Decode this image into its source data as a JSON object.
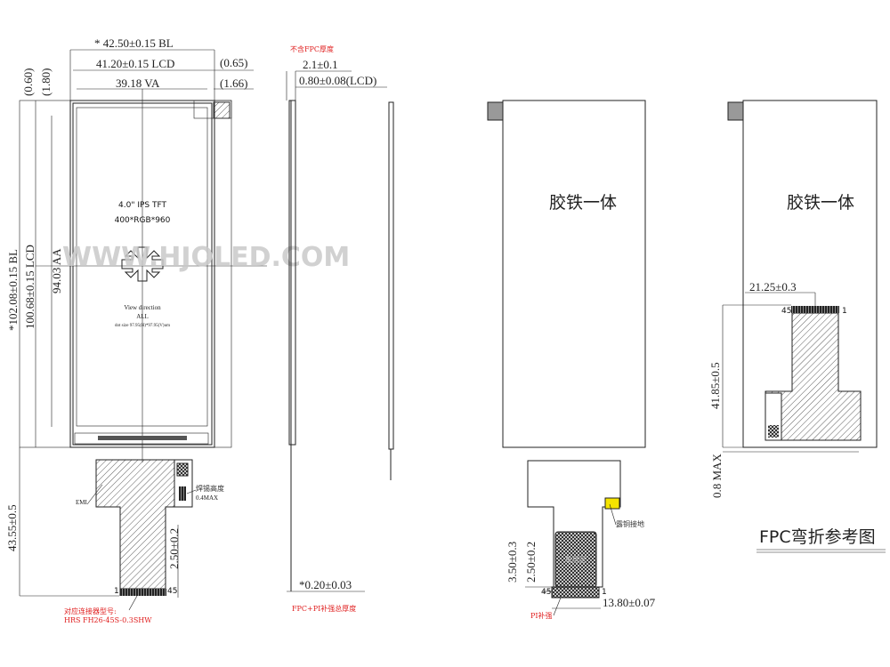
{
  "front_view": {
    "bl_width": "* 42.50±0.15 BL",
    "lcd_width": "41.20±0.15 LCD",
    "va_width": "39.18 VA",
    "offset_065": "(0.65)",
    "offset_166": "(1.66)",
    "offset_060": "(0.60)",
    "offset_180": "(1.80)",
    "bl_height": "*102.08±0.15 BL",
    "lcd_height": "100.68±0.15 LCD",
    "aa_height": "94.03 AA",
    "panel_title": "4.0\" IPS TFT",
    "resolution": "400*RGB*960",
    "view_direction": "View direction",
    "view_value": "ALL",
    "dot_size": "dot size 97.95(H)*97.95(V)um",
    "fpc_length": "43.55±0.5",
    "stiffener_len": "2.50±0.2",
    "emi_label": "EMI",
    "solder_height_label": "焊锡高度",
    "solder_height_value": "0.4MAX",
    "pin_first": "1",
    "pin_last": "45",
    "connector_label": "对应连接器型号:",
    "connector_model": "HRS FH26-45S-0.3SHW"
  },
  "watermark": "WWW.HJOLED.COM",
  "side_view": {
    "note_no_fpc": "不含FPC厚度",
    "total_thickness": "2.1±0.1",
    "lcd_thickness": "0.80±0.08(LCD)",
    "fpc_thickness": "*0.20±0.03",
    "fpc_note": "FPC+PI补强总厚度"
  },
  "back_view": {
    "frame_label": "胶铁一体",
    "copper_ground_label": "露铜接地",
    "single_layer_label": "单层区",
    "dim_350": "3.50±0.3",
    "dim_250": "2.50±0.2",
    "dim_1380": "13.80±0.07",
    "pi_label": "PI补强",
    "pin_first": "1",
    "pin_last": "45"
  },
  "bent_view": {
    "frame_label": "胶铁一体",
    "dim_2125": "21.25±0.3",
    "dim_4185": "41.85±0.5",
    "dim_08": "0.8 MAX",
    "pin_first": "1",
    "pin_last": "45",
    "title": "FPC弯折参考图"
  },
  "colors": {
    "copper": "#f5e400",
    "annotation": "#e02020"
  }
}
